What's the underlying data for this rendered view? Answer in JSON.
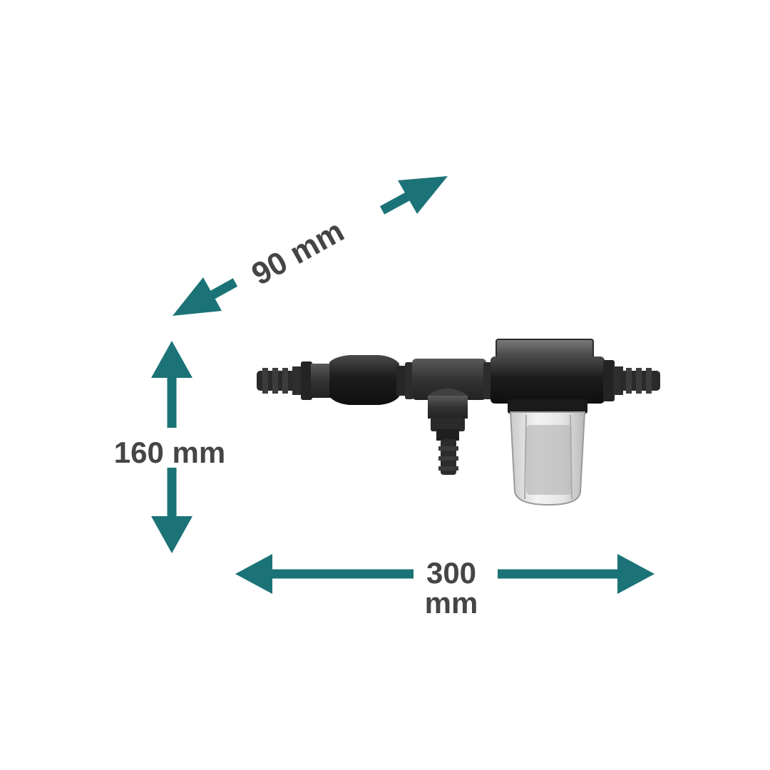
{
  "dimensions": {
    "depth": {
      "value": "90 mm"
    },
    "height": {
      "value": "160 mm"
    },
    "width": {
      "value_line1": "300",
      "value_line2": "mm"
    }
  },
  "colors": {
    "arrow": "#1b7377",
    "label": "#454545",
    "product_dark": "#1e1e1e",
    "product_mid": "#333333",
    "filter_bowl": "#dcdcdc"
  },
  "icons": {
    "product": "water-pump-filter-assembly"
  }
}
